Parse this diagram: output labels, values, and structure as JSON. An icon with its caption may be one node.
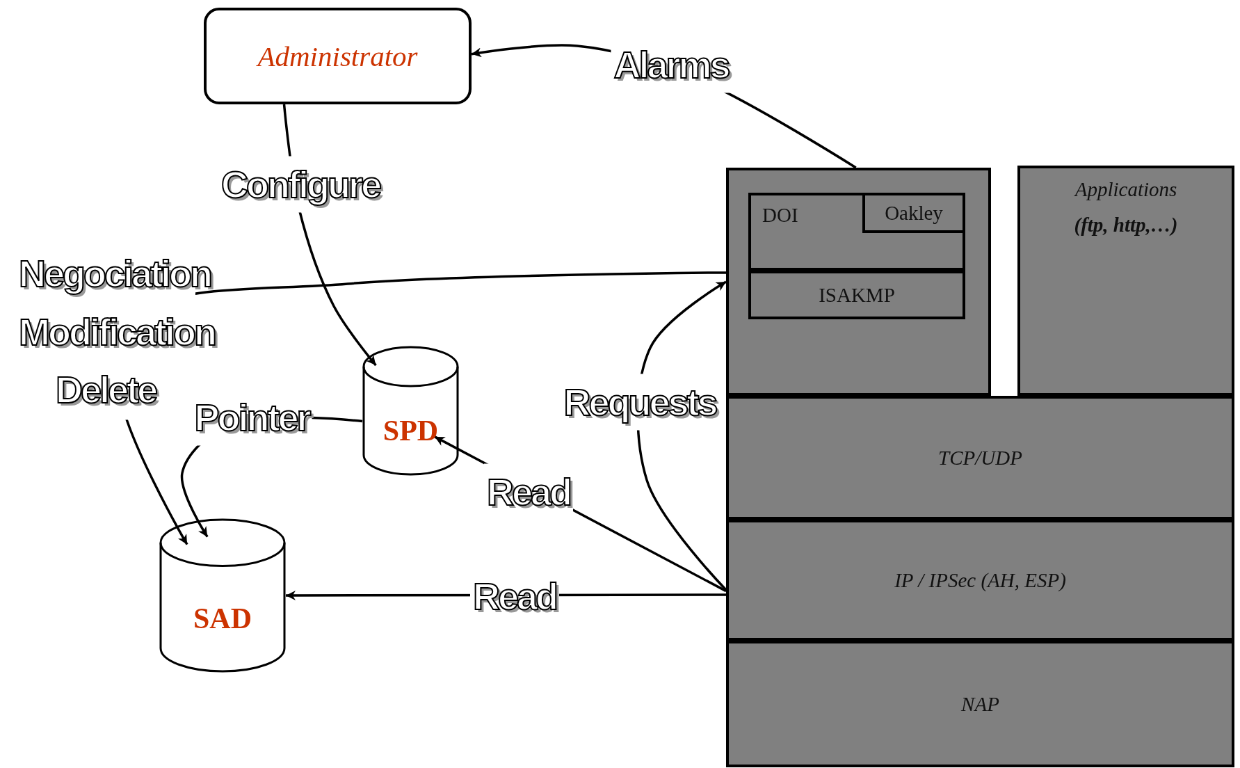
{
  "diagram": {
    "nodes": [
      {
        "text": [
          "Administrator"
        ]
      },
      {
        "text": [],
        "shape": "box"
      },
      {
        "text": [
          "DOI"
        ],
        "in": 1
      },
      {
        "text": [
          "Oakley"
        ],
        "in": 2
      },
      {
        "text": [
          "ISAKMP"
        ],
        "in": 1
      },
      {
        "text": [
          "Applications",
          "(ftp, http,…)"
        ]
      },
      {
        "text": [
          "TCP/UDP"
        ]
      },
      {
        "text": [
          "IP / IPSec (AH, ESP)"
        ]
      },
      {
        "text": [
          "NAP"
        ]
      },
      {
        "text": [
          "SPD"
        ]
      },
      {
        "text": [
          "SAD"
        ]
      }
    ],
    "edges": [
      {
        "from": 1,
        "to": 0,
        "arrow": "to",
        "label": "Alarms"
      },
      {
        "from": 0,
        "to": 9,
        "arrow": "to",
        "label": "Configure"
      },
      {
        "from": 1,
        "to": 10,
        "arrow": "to",
        "label": "Negociation Modification Delete"
      },
      {
        "from": 9,
        "to": 10,
        "arrow": "to",
        "label": "Pointer"
      },
      {
        "from": 7,
        "to": 9,
        "arrow": "to",
        "label": "Read"
      },
      {
        "from": 7,
        "to": 10,
        "arrow": "to",
        "label": "Read"
      },
      {
        "from": 7,
        "to": 1,
        "arrow": "to",
        "label": "Requests"
      }
    ]
  }
}
